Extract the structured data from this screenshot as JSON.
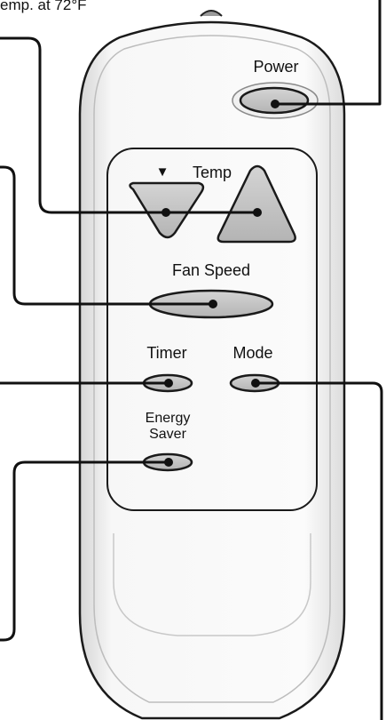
{
  "caption": "emp. at 72°F",
  "buttons": {
    "power": "Power",
    "temp_down_arrow": "▼",
    "temp": "Temp",
    "temp_up_arrow": "▲",
    "fan_speed": "Fan Speed",
    "timer": "Timer",
    "mode": "Mode",
    "energy_line1": "Energy",
    "energy_line2": "Saver"
  },
  "colors": {
    "button_fill": "#c4c4c4",
    "outline": "#1a1a1a",
    "body_fill": "#f4f4f4"
  }
}
